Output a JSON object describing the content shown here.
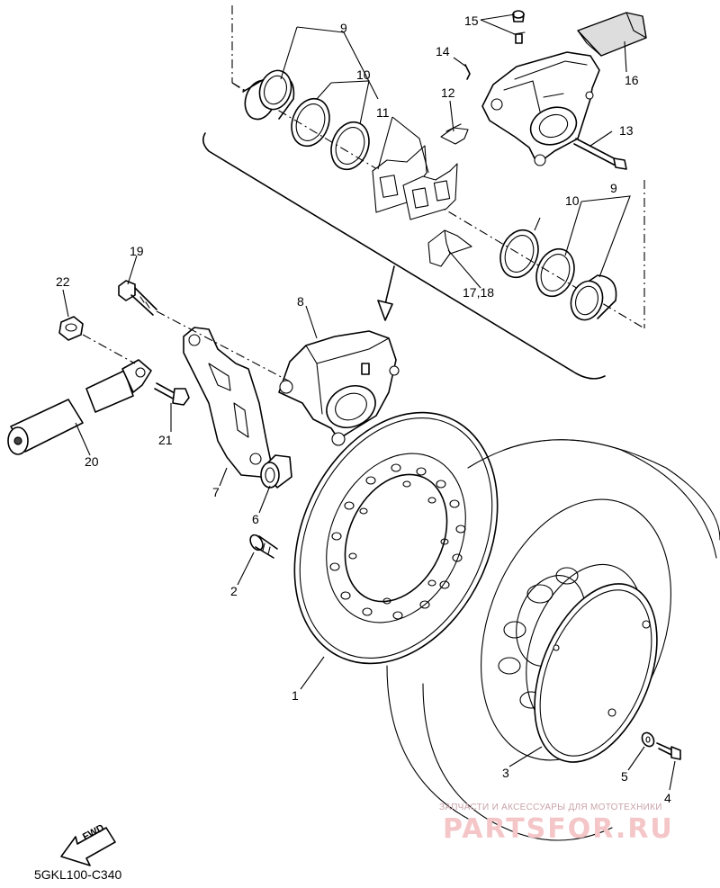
{
  "callouts": [
    {
      "id": "c1",
      "label": "1"
    },
    {
      "id": "c2",
      "label": "2"
    },
    {
      "id": "c3",
      "label": "3"
    },
    {
      "id": "c4",
      "label": "4"
    },
    {
      "id": "c5",
      "label": "5"
    },
    {
      "id": "c6",
      "label": "6"
    },
    {
      "id": "c7",
      "label": "7"
    },
    {
      "id": "c8",
      "label": "8"
    },
    {
      "id": "c9a",
      "label": "9"
    },
    {
      "id": "c9b",
      "label": "9"
    },
    {
      "id": "c10a",
      "label": "10"
    },
    {
      "id": "c10b",
      "label": "10"
    },
    {
      "id": "c11",
      "label": "11"
    },
    {
      "id": "c12",
      "label": "12"
    },
    {
      "id": "c13",
      "label": "13"
    },
    {
      "id": "c14",
      "label": "14"
    },
    {
      "id": "c15",
      "label": "15"
    },
    {
      "id": "c16",
      "label": "16"
    },
    {
      "id": "c1718",
      "label": "17,18"
    },
    {
      "id": "c19",
      "label": "19"
    },
    {
      "id": "c20",
      "label": "20"
    },
    {
      "id": "c21",
      "label": "21"
    },
    {
      "id": "c22",
      "label": "22"
    }
  ],
  "fwd_label": "FWD",
  "diagram_code": "5GKL100-C340",
  "watermark": {
    "tagline": "ЗАПЧАСТИ И АКСЕССУАРЫ ДЛЯ МОТОТЕХНИКИ",
    "logo": "PARTSFOR.RU"
  },
  "colors": {
    "line": "#000000",
    "background": "#ffffff",
    "watermark_logo": "#f4c6c8",
    "watermark_text": "#c9a3a8"
  }
}
